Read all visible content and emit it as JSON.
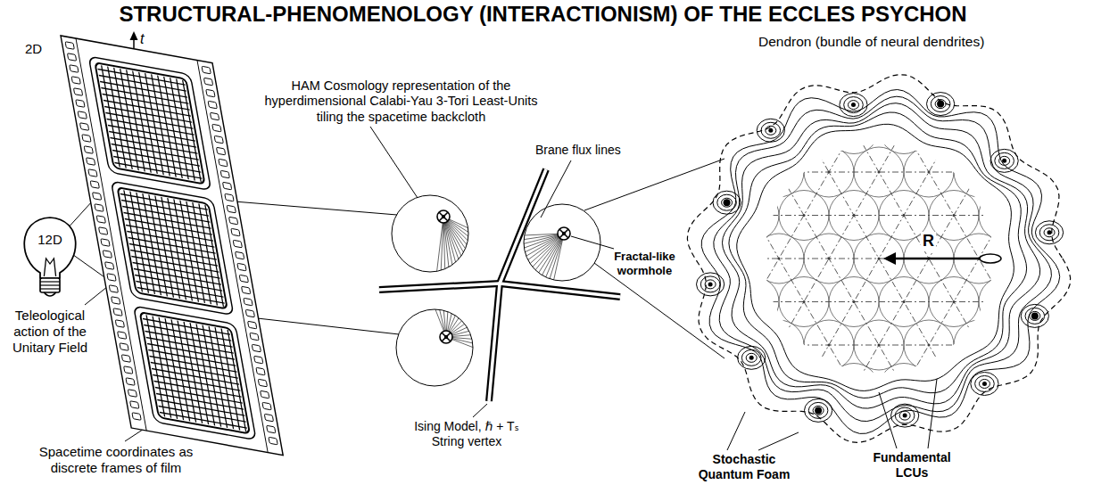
{
  "diagram": {
    "title": "STRUCTURAL-PHENOMENOLOGY (INTERACTIONISM) OF THE ECCLES PSYCHON",
    "nodes": [
      {
        "text": [
          "12D"
        ]
      },
      {
        "text": [
          "Dendron (bundle of neural dendrites)",
          "R"
        ]
      }
    ],
    "labels": [
      "2D",
      "t",
      "Teleological action of the Unitary Field",
      "Spacetime coordinates as discrete frames of film",
      "HAM Cosmology representation of the hyperdimensional Calabi-Yau 3-Tori Least-Units tiling the spacetime backcloth",
      "Brane flux lines",
      "Fractal-like wormhole",
      "Ising Model, ℏ + Tₛ String vertex",
      "Stochastic Quantum Foam",
      "Fundamental LCUs"
    ]
  }
}
